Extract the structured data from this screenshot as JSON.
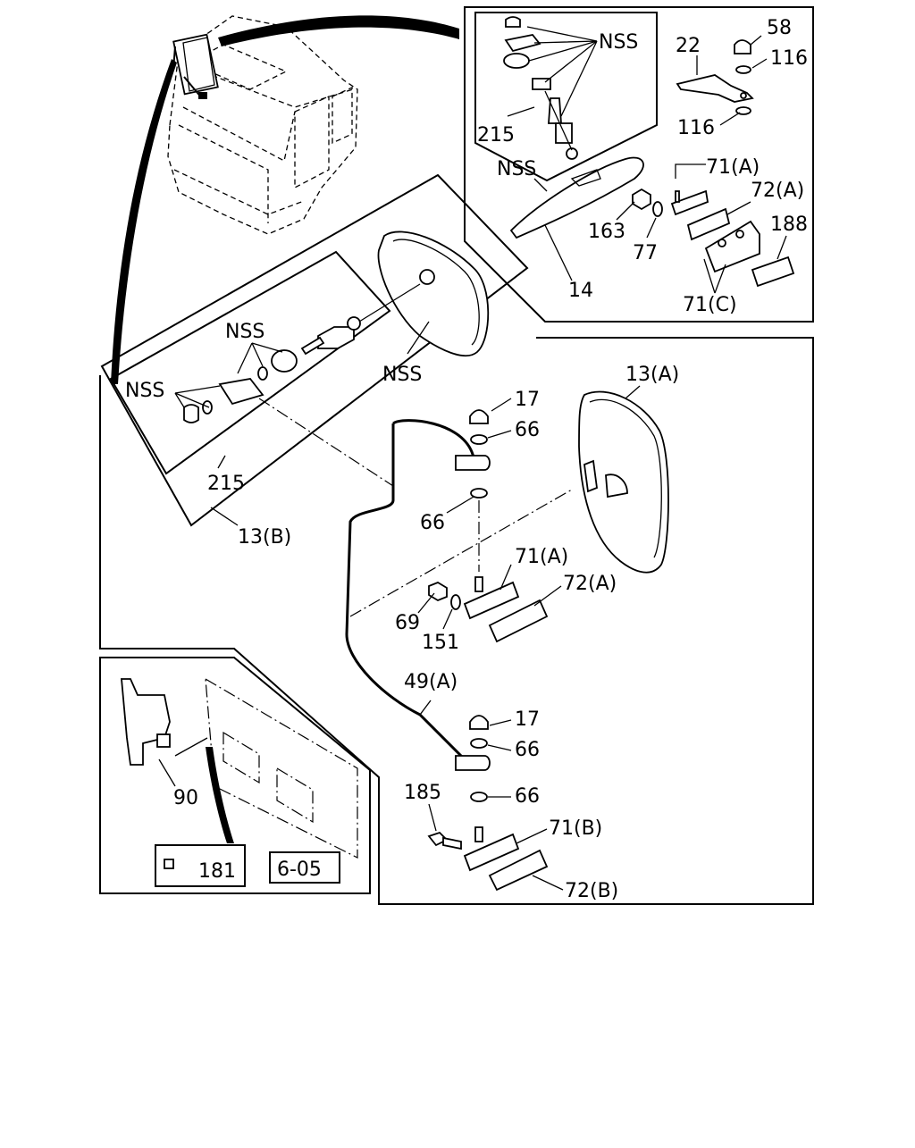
{
  "callouts": {
    "nss_top": "NSS",
    "c58": "58",
    "c22": "22",
    "c116a": "116",
    "c116b": "116",
    "c215_top": "215",
    "c71a_top": "71(A)",
    "nss_top2": "NSS",
    "c72a_top": "72(A)",
    "c188": "188",
    "c163": "163",
    "c77": "77",
    "c14": "14",
    "c71c": "71(C)",
    "nss_mid1": "NSS",
    "nss_mid2": "NSS",
    "nss_mid3": "NSS",
    "c215_mid": "215",
    "c13b": "13(B)",
    "c13a": "13(A)",
    "c17a": "17",
    "c66a": "66",
    "c66b": "66",
    "c71a_mid": "71(A)",
    "c72a_mid": "72(A)",
    "c69": "69",
    "c151": "151",
    "c49a": "49(A)",
    "c17b": "17",
    "c66c": "66",
    "c66d": "66",
    "c185": "185",
    "c71b": "71(B)",
    "c72b": "72(B)",
    "c90": "90",
    "c181": "181",
    "ref605": "6-05"
  }
}
